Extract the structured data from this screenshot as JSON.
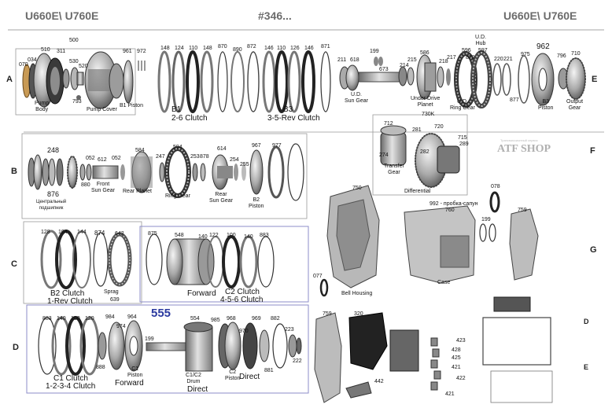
{
  "header": {
    "left_title": "U660E\\ U760E",
    "center_title": "#346...",
    "right_title": "U660E\\ U760E"
  },
  "section_letters": {
    "A": "A",
    "B": "B",
    "C": "C",
    "D": "D",
    "E": "E",
    "F": "F",
    "G": "G",
    "D2": "D",
    "E2": "E"
  },
  "brand": {
    "text": "ATF SHOP",
    "tagline": "Трансмиссионный сервис"
  },
  "row_a": {
    "p070": "070",
    "p034": "034",
    "p510": "510",
    "p311": "311",
    "p500": "500",
    "p530": "530",
    "p520": "520",
    "p793": "793",
    "pump_body": "Pump\nBody",
    "pump_cover": "Pump Cover",
    "p961": "961",
    "p972": "972",
    "b1_piston": "B1 Piston",
    "p148a": "148",
    "p124": "124",
    "p110a": "110",
    "p148b": "148",
    "p870": "870",
    "p890": "890",
    "p872": "872",
    "p146a": "146",
    "p110b": "110",
    "p126": "126",
    "p146b": "146",
    "p871": "871",
    "b1": "B1",
    "b1_desc": "2-6 Clutch",
    "b3": "B3",
    "b3_desc": "3-5-Rev Clutch",
    "p211": "211",
    "p618": "618",
    "p199": "199",
    "p673": "673",
    "p214": "214",
    "p215": "215",
    "ud_sun_gear": "U.D.\nSun Gear",
    "p586": "586",
    "p217": "217",
    "p218": "218",
    "ud_planet": "Under Drive\nPlanet",
    "p596": "596",
    "p879": "879",
    "ud_ring": "U.D.\nRing Gear",
    "ud_hub": "U.D.\nHub",
    "p597": "597",
    "p220": "220",
    "p221": "221",
    "p877": "877",
    "p962": "962",
    "p975": "975",
    "b3_piston": "B3\nPiston",
    "p796": "796",
    "p710": "710",
    "output_gear": "Output\nGear"
  },
  "row_b": {
    "p248": "248",
    "p876": "876",
    "bearing": "Центральный\nподшипник",
    "p880": "880",
    "p052a": "052",
    "p612": "612",
    "front_sun": "Front\nSun Gear",
    "p052b": "052",
    "p584": "584",
    "rear_planet": "Rear Planet",
    "p247": "247",
    "p594": "594",
    "ring_gear": "Ring Gear",
    "p253": "253",
    "p878": "878",
    "p614": "614",
    "rear_sun": "Rear\nSun Gear",
    "p254": "254",
    "p255": "255",
    "p967": "967",
    "b2_piston": "B2\nPiston",
    "p977": "977"
  },
  "differential": {
    "p730k": "730K",
    "p712": "712",
    "p281": "281",
    "p720": "720",
    "p715": "715",
    "p289": "289",
    "p274": "274",
    "transfer_gear": "Transfer\nGear",
    "p282": "282",
    "label": "Differential"
  },
  "row_c": {
    "p128": "128",
    "p104": "104",
    "p144": "144",
    "p874": "874",
    "p642": "642",
    "p639": "639",
    "sprag": "Sprag",
    "b2": "B2 Clutch",
    "b2_desc": "1-Rev Clutch",
    "p875": "875",
    "p548": "548",
    "p140a": "140",
    "p122": "122",
    "p100": "100",
    "p140b": "140",
    "p883": "883",
    "forward": "Forward",
    "c2": "C2 Clutch",
    "c2_desc": "4-5-6 Clutch"
  },
  "row_d": {
    "number": "555",
    "p883": "883",
    "p140": "140",
    "p100": "100",
    "p120": "120",
    "p888": "888",
    "p984": "984",
    "p974": "974",
    "p964": "964",
    "c1_piston": "C1\nPiston",
    "p199": "199",
    "p554": "554",
    "drum": "C1/C2\nDrum",
    "p985": "985",
    "p968": "968",
    "p970": "970",
    "c2_piston": "C2\nPiston",
    "p969": "969",
    "p881": "881",
    "p882": "882",
    "p223": "223",
    "p222": "222",
    "c1": "C1 Clutch",
    "c1_desc": "1-2-3-4 Clutch",
    "forward": "Forward",
    "direct1": "Direct",
    "direct2": "Direct"
  },
  "row_g": {
    "p750": "750",
    "p992": "992 - пробка-сапун",
    "p760": "760",
    "p078": "078",
    "p199": "199",
    "p759a": "759",
    "bell_housing": "Bell Housing",
    "case": "Case",
    "p077": "077",
    "p759b": "759",
    "p320": "320",
    "p442": "442",
    "p421a": "421",
    "p422": "422",
    "p423": "423",
    "p425": "425",
    "p428": "428",
    "p421b": "421"
  }
}
